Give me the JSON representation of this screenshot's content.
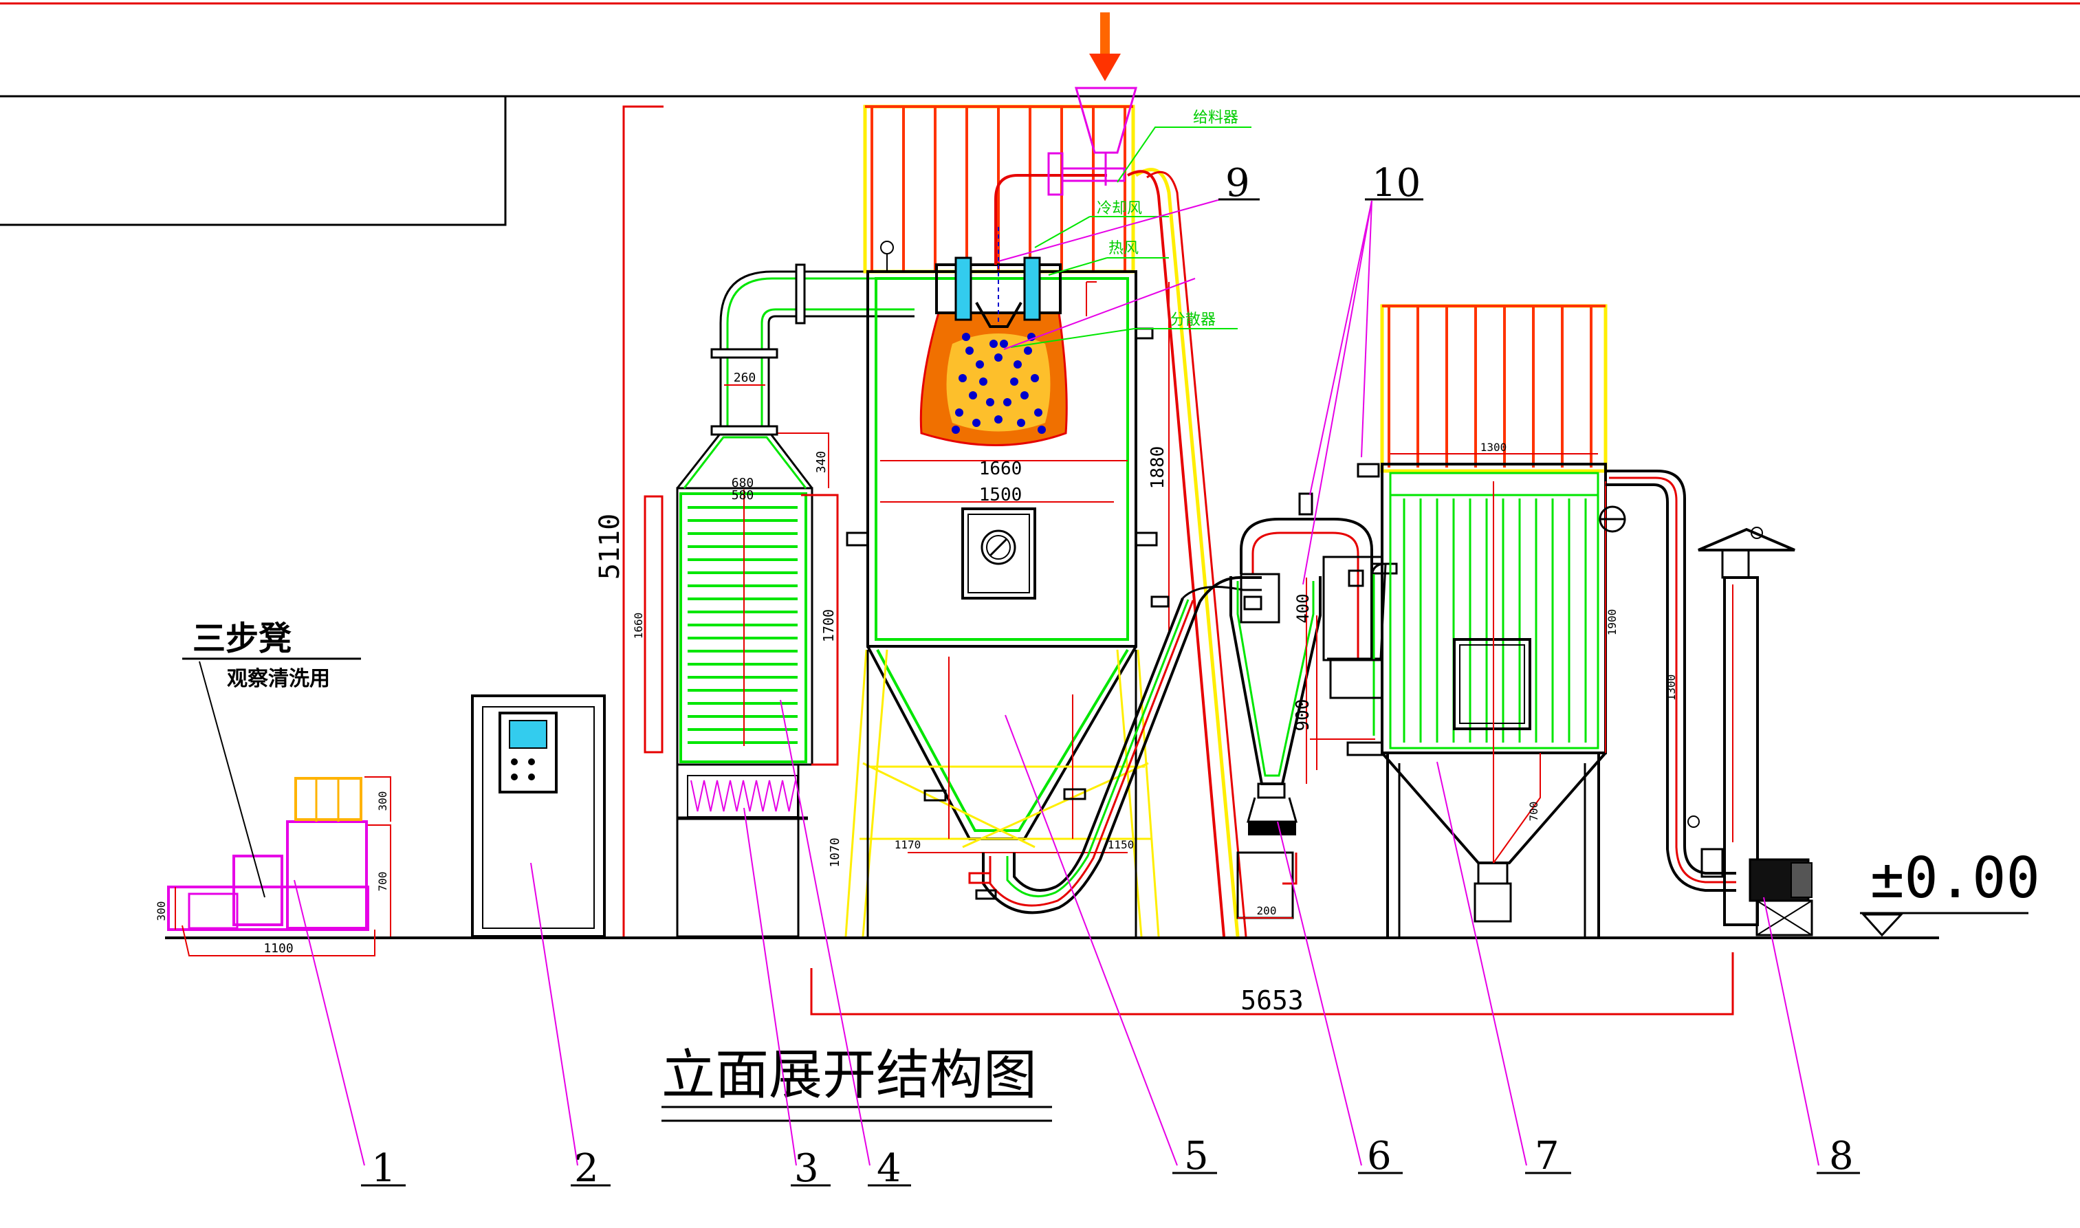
{
  "drawing_title": "立面展开结构图",
  "elevation_mark": "±0.00",
  "stool": {
    "title": "三步凳",
    "subtitle": "观察清洗用",
    "dim_width": "1100",
    "dim_height": "700",
    "dim_step": "300",
    "dim_top": "300"
  },
  "callouts": [
    {
      "id": "1",
      "label": "1"
    },
    {
      "id": "2",
      "label": "2"
    },
    {
      "id": "3",
      "label": "3"
    },
    {
      "id": "4",
      "label": "4"
    },
    {
      "id": "5",
      "label": "5"
    },
    {
      "id": "6",
      "label": "6"
    },
    {
      "id": "7",
      "label": "7"
    },
    {
      "id": "8",
      "label": "8"
    },
    {
      "id": "9",
      "label": "9"
    },
    {
      "id": "10",
      "label": "10"
    }
  ],
  "annotations": {
    "feeder": "给料器",
    "cooling_air": "冷却风",
    "hot_air": "热风",
    "distributor": "分散器"
  },
  "dimensions": {
    "total_height": "5110",
    "total_length": "5653",
    "tower_outer_dia": "1660",
    "tower_inner_dia": "1500",
    "tower_cyl_height": "1880",
    "duct_width": "260",
    "heater_width_a": "680",
    "heater_width_b": "580",
    "heater_height": "1700",
    "heater_left": "1660",
    "transition": "340",
    "cone_a": "1170",
    "cone_b": "1150",
    "base_height": "1070",
    "cyclone_top": "400",
    "cyclone_body": "900",
    "cyclone_bottom": "200",
    "filter_width": "1300",
    "filter_height": "1900",
    "filter_cone": "700",
    "fan_pipe": "1300"
  },
  "colors": {
    "frame_red": "#e60000",
    "callout_magenta": "#e600e6",
    "equip_green": "#00e600",
    "support_yellow": "#ffee00",
    "flame_orange": "#f07000",
    "droplet_blue": "#0000cc",
    "screen_cyan": "#33ccee"
  }
}
